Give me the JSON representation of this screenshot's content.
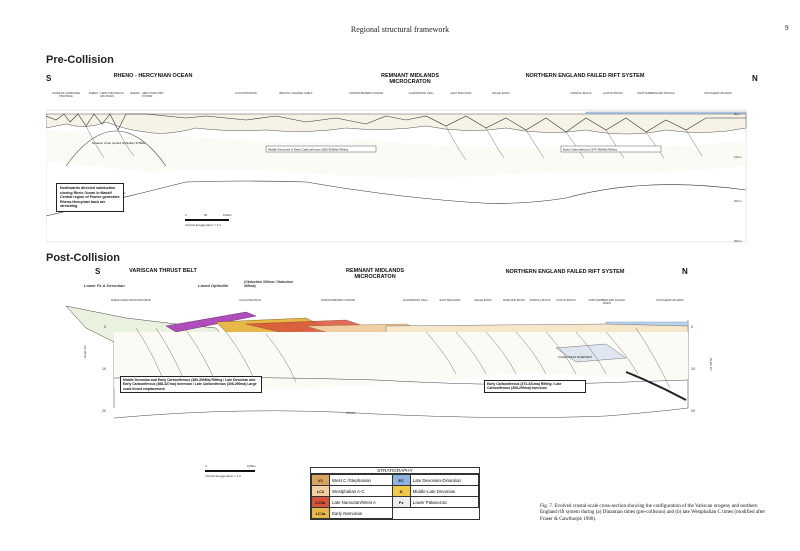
{
  "header": {
    "running_title": "Regional structural framework",
    "page_number": "9"
  },
  "pre": {
    "title": "Pre-Collision",
    "south": "S",
    "north": "N",
    "regions": [
      "RHENO - HERCYNIAN OCEAN",
      "REMNANT MIDLANDS MICROCRATON",
      "NORTHERN ENGLAND FAILED RIFT SYSTEM"
    ],
    "basins": [
      "CHARLES CAMPAGNE PROVINCE",
      "RHENO - HERCYNIAN BACK - ARC BASIN",
      "RHENO - HERCYNIAN RIFT SYSTEM",
      "CULM PROVINCE",
      "BRISTOL CHANNEL SHELF",
      "LONDON BRABANT MASSIF",
      "CHARNWOOD HIGH",
      "EAST MIDLANDS",
      "EDALE BASIN",
      "ASKRIGG BLOCK",
      "ALSTON BLOCK",
      "NORTHUMBERLAND TROUGH",
      "SOUTHERN UPLANDS"
    ],
    "ocean_crust": "Oceanic Crust (Lizard Ophiolite) 375Ma",
    "label_1": "Middle Devonian & Early Carboniferous (380-350Ma) Rifting",
    "label_2": "Early Carboniferous (374-350Ma) Rifting",
    "moho": "MOHO",
    "depths": [
      "0km",
      "10km",
      "20km",
      "30km"
    ],
    "note": "Northwards directed subduction closing Rheic Ocean in Massif Central region of France generates Rheno-Hercynian back arc stretching",
    "scale_text": "Vertical Exaggeration = 1:2",
    "scale_ticks": [
      "0",
      "50",
      "100km"
    ]
  },
  "post": {
    "title": "Post-Collision",
    "south": "S",
    "north": "N",
    "regions": [
      "VARISCAN THRUST BELT",
      "REMNANT MIDLANDS MICROCRATON",
      "NORTHERN ENGLAND FAILED RIFT SYSTEM"
    ],
    "basins": [
      "RHENO-HERCYNIAN PROVINCE",
      "CULM PROVINCE",
      "LONDON-BRABANT MASSIF",
      "CHARNWOOD HIGH",
      "EAST MIDLANDS",
      "EDALE BASIN",
      "BOWLAND BASIN",
      "ASKRIGG BLOCK",
      "ALSTON BLOCK",
      "NORTHUMBERLAND SOLWAY BASIN",
      "SOUTHERN UPLANDS"
    ],
    "lower_pz": "Lower Pz & Devonian",
    "lizard": "Lizard Ophiolite",
    "obduction": "(Obduction 300ma / Obduction 365ma)",
    "label_left": "Middle Devonian and Early Carboniferous (380-350Ma) Rifting / Late Devonian and Early Carboniferous (368-327ma) Inversion / Late Carboniferous (306-290ma) Large scale thrust emplacement",
    "label_right": "Early Carboniferous (374-331ma) Rifting / Late Carboniferous (306-290ma) Inversion",
    "basement": "CALEDONIAN BASEMENT",
    "depth_ticks": [
      "0",
      "10",
      "20"
    ],
    "depth_axis": "Depth km",
    "moho": "MOHO",
    "scale_ticks": [
      "0",
      "100km"
    ],
    "scale_text": "Vertical Exaggeration = 1:2"
  },
  "legend": {
    "title": "STRATIGRAPHY",
    "rows": [
      {
        "code": "V1",
        "color": "#d8a35c",
        "label": "West C /Stephanian",
        "code2": "EC",
        "color2": "#8fb3e0",
        "label2": "Late Devonian-Dinantian"
      },
      {
        "code": "LC2",
        "color": "#f2cfa0",
        "label": "Westphalian A-C",
        "code2": "D",
        "color2": "#f0c84a",
        "label2": "Middle-Late Devonian"
      },
      {
        "code": "LC1b",
        "color": "#d9533a",
        "label": "Late Namurian/West A",
        "code2": "Pz",
        "color2": "#eeeeee",
        "label2": "Lower Palaeozoic"
      },
      {
        "code": "LC1a",
        "color": "#e8b74a",
        "label": "Early Namurian",
        "code2": "",
        "color2": "#ffffff",
        "label2": ""
      }
    ]
  },
  "caption": "Fig. 7. Evolved crustal-scale cross-section showing the configuration of the Variscan orogeny and northern England rift system during (a) Dinantian times (pre-collision) and (b) late Westphalian C times (modified after Fraser & Gawthorpe 1990)."
}
